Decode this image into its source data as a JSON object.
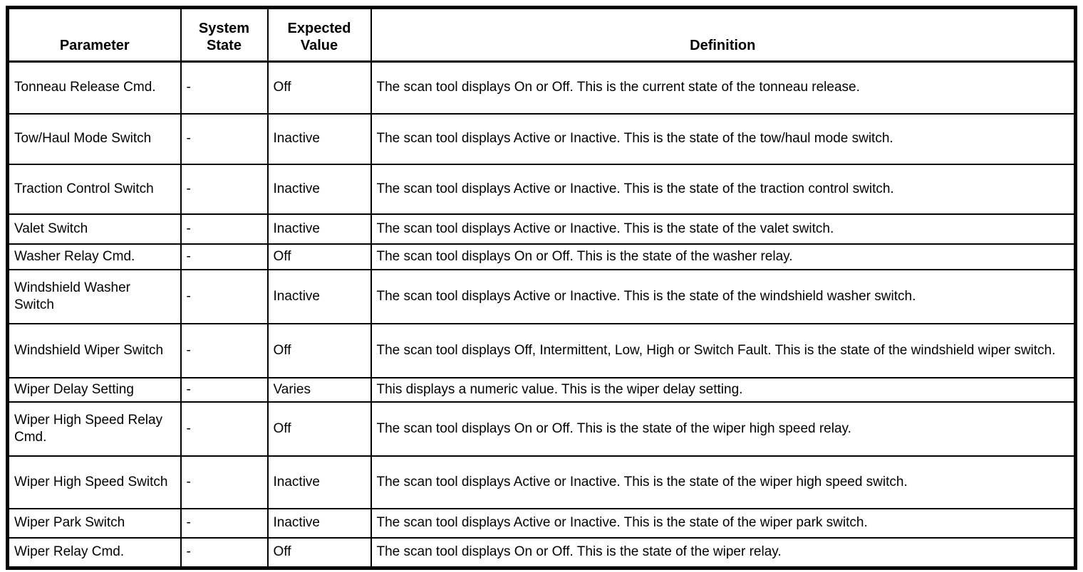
{
  "table": {
    "columns": [
      "Parameter",
      "System State",
      "Expected Value",
      "Definition"
    ],
    "rows": [
      {
        "parameter": "Tonneau Release Cmd.",
        "system_state": "-",
        "expected_value": "Off",
        "definition": "The scan tool displays On or Off. This is the current state of the tonneau release."
      },
      {
        "parameter": "Tow/Haul Mode Switch",
        "system_state": "-",
        "expected_value": "Inactive",
        "definition": "The scan tool displays Active or Inactive. This is the state of the tow/haul mode switch."
      },
      {
        "parameter": "Traction Control Switch",
        "system_state": "-",
        "expected_value": "Inactive",
        "definition": "The scan tool displays Active or Inactive. This is the state of the traction control switch."
      },
      {
        "parameter": "Valet Switch",
        "system_state": "-",
        "expected_value": "Inactive",
        "definition": "The scan tool displays Active or Inactive. This is the state of the valet switch."
      },
      {
        "parameter": "Washer Relay Cmd.",
        "system_state": "-",
        "expected_value": "Off",
        "definition": "The scan tool displays On or Off. This is the state of the washer relay."
      },
      {
        "parameter": "Windshield Washer Switch",
        "system_state": "-",
        "expected_value": "Inactive",
        "definition": "The scan tool displays Active or Inactive. This is the state of the windshield washer switch."
      },
      {
        "parameter": "Windshield Wiper Switch",
        "system_state": "-",
        "expected_value": "Off",
        "definition": "The scan tool displays Off, Intermittent, Low, High or Switch Fault. This is the state of the windshield wiper switch."
      },
      {
        "parameter": "Wiper Delay Setting",
        "system_state": "-",
        "expected_value": "Varies",
        "definition": "This displays a numeric value. This is the wiper delay setting."
      },
      {
        "parameter": "Wiper High Speed Relay Cmd.",
        "system_state": "-",
        "expected_value": "Off",
        "definition": "The scan tool displays On or Off. This is the state of the wiper high speed relay."
      },
      {
        "parameter": "Wiper High Speed Switch",
        "system_state": "-",
        "expected_value": "Inactive",
        "definition": "The scan tool displays Active or Inactive. This is the state of the wiper high speed switch."
      },
      {
        "parameter": "Wiper Park Switch",
        "system_state": "-",
        "expected_value": "Inactive",
        "definition": "The scan tool displays Active or Inactive. This is the state of the wiper park switch."
      },
      {
        "parameter": "Wiper Relay Cmd.",
        "system_state": "-",
        "expected_value": "Off",
        "definition": "The scan tool displays On or Off. This is the state of the wiper relay."
      }
    ]
  }
}
